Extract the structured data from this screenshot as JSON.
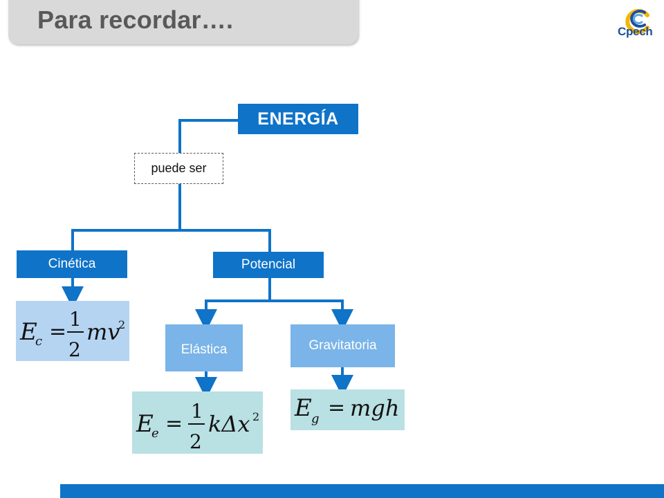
{
  "header": {
    "title": "Para recordar…."
  },
  "logo": {
    "text": "Cpech"
  },
  "diagram": {
    "root": "ENERGÍA",
    "connector": "puede ser",
    "branches": {
      "cinetica": "Cinética",
      "potencial": "Potencial",
      "elastica": "Elástica",
      "gravitatoria": "Gravitatoria"
    },
    "formulas": {
      "cinetica": {
        "lhs": "E",
        "sub": "c",
        "num": "1",
        "den": "2",
        "rhs": "mv",
        "sup": "2"
      },
      "elastica": {
        "lhs": "E",
        "sub": "e",
        "num": "1",
        "den": "2",
        "rhs": "kΔx",
        "sup": "2"
      },
      "gravitatoria": {
        "lhs": "E",
        "sub": "g",
        "rhs": "mgh"
      }
    }
  },
  "colors": {
    "primary_blue": "#0f73c8",
    "light_blue": "#7ab4e8",
    "formula_blue": "#b5d4f2",
    "formula_teal": "#b9e0e3",
    "title_gray": "#595959",
    "title_bar_gray": "#d9d9d9"
  }
}
